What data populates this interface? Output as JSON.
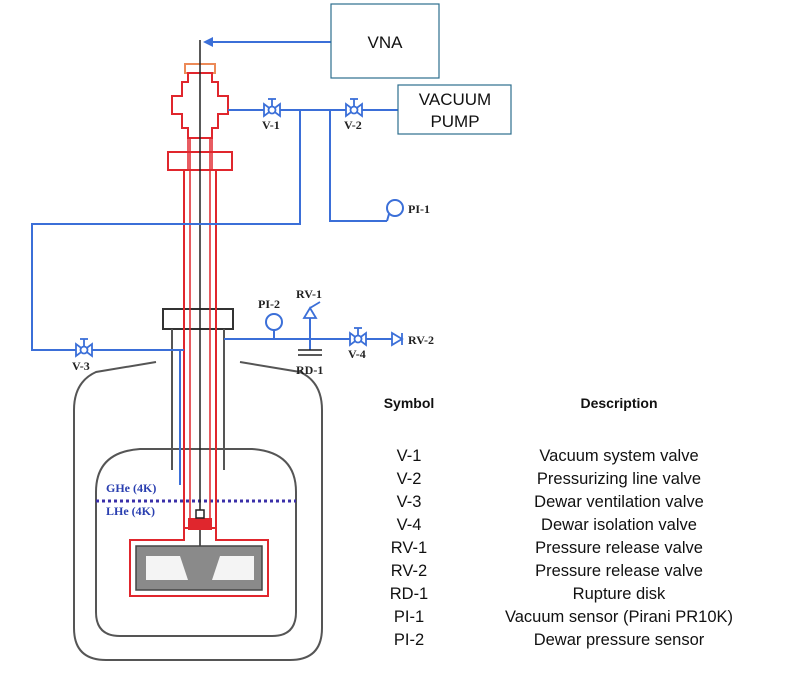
{
  "boxes": {
    "vna": "VNA",
    "vacuum_pump_line1": "VACUUM",
    "vacuum_pump_line2": "PUMP"
  },
  "diagram_labels": {
    "v1": "V-1",
    "v2": "V-2",
    "v3": "V-3",
    "v4": "V-4",
    "pi1": "PI-1",
    "pi2": "PI-2",
    "rv1": "RV-1",
    "rv2": "RV-2",
    "rd1": "RD-1",
    "ghe": "GHe (4K)",
    "lhe": "LHe (4K)"
  },
  "legend": {
    "symbol_header": "Symbol",
    "description_header": "Description",
    "rows": [
      {
        "symbol": "V-1",
        "description": "Vacuum system valve"
      },
      {
        "symbol": "V-2",
        "description": "Pressurizing line valve"
      },
      {
        "symbol": "V-3",
        "description": "Dewar ventilation valve"
      },
      {
        "symbol": "V-4",
        "description": "Dewar isolation valve"
      },
      {
        "symbol": "RV-1",
        "description": "Pressure release valve"
      },
      {
        "symbol": "RV-2",
        "description": "Pressure release valve"
      },
      {
        "symbol": "RD-1",
        "description": "Rupture disk"
      },
      {
        "symbol": "PI-1",
        "description": "Vacuum sensor (Pirani PR10K)"
      },
      {
        "symbol": "PI-2",
        "description": "Dewar pressure sensor"
      }
    ]
  },
  "colors": {
    "pipe_blue": "#3b6fd8",
    "probe_red": "#e0262d",
    "flange_orange": "#ec8a58",
    "box_border": "#2d6e8e",
    "dewar_gray": "#555555",
    "helium_level": "#3a2fa8"
  }
}
